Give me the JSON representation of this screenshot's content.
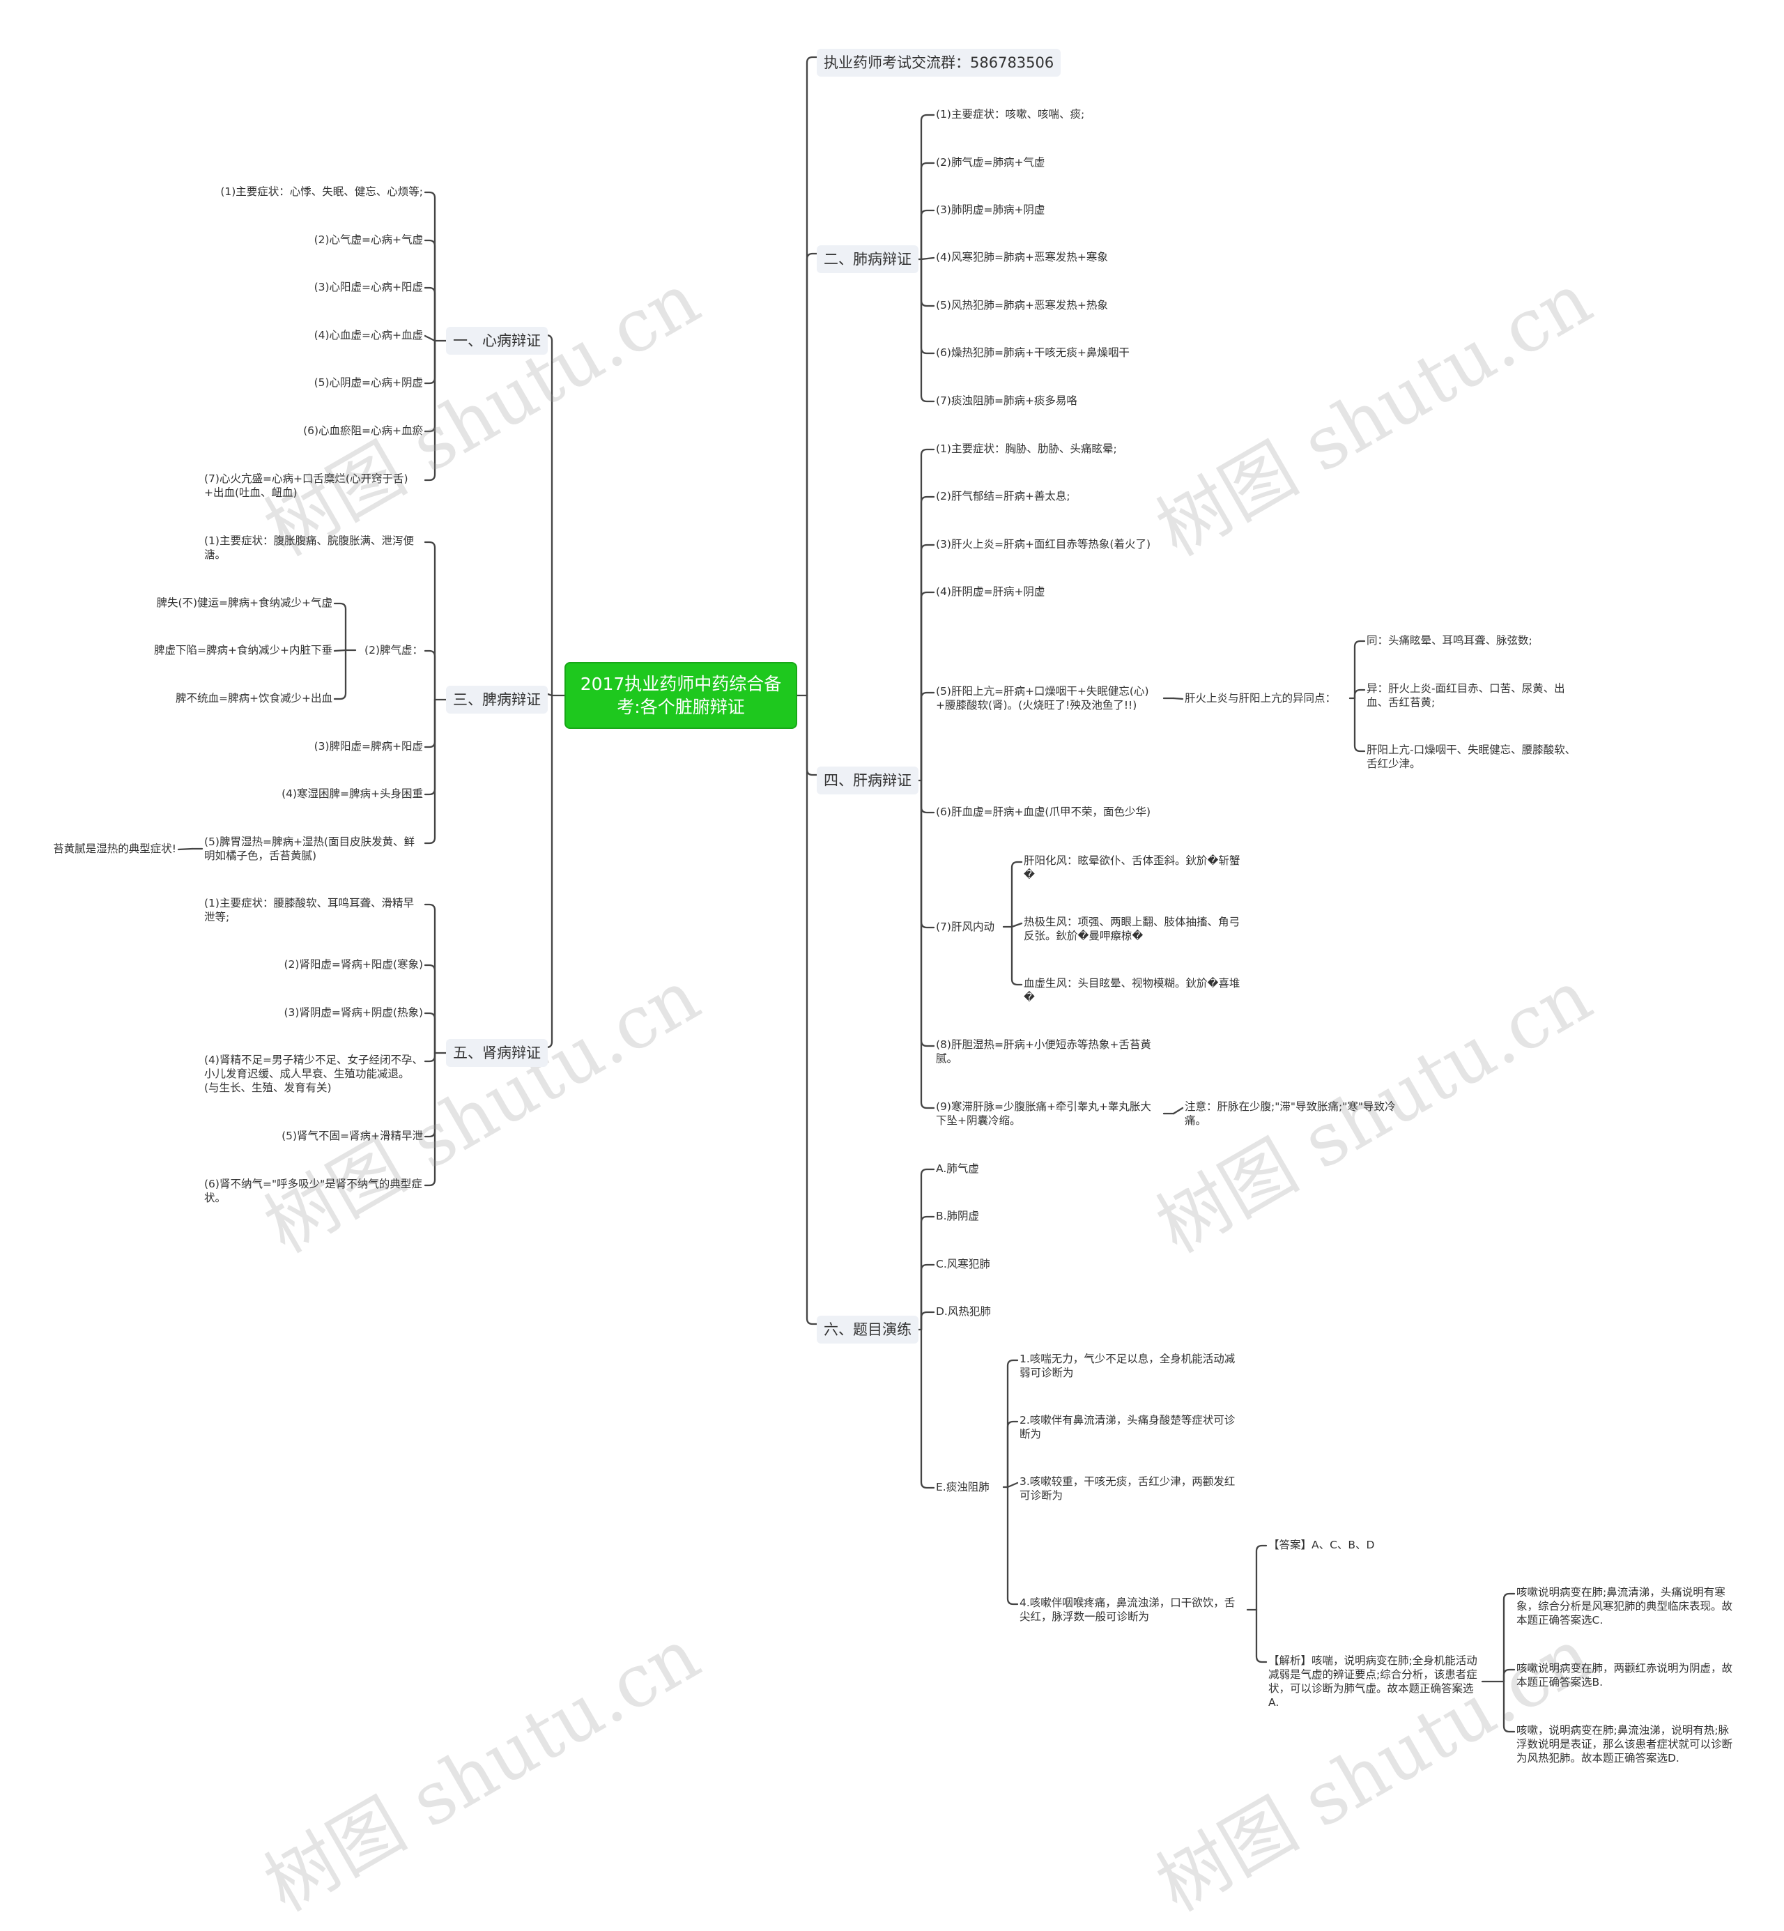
{
  "watermark_text": "树图 shutu.cn",
  "root": {
    "label": "2017执业药师中药综合备考:各个脏腑辩证"
  },
  "group": {
    "label": "执业药师考试交流群：586783506"
  },
  "heart": {
    "label": "一、心病辩证",
    "items": [
      "(1)主要症状：心悸、失眠、健忘、心烦等;",
      "(2)心气虚=心病+气虚",
      "(3)心阳虚=心病+阳虚",
      "(4)心血虚=心病+血虚",
      "(5)心阴虚=心病+阴虚",
      "(6)心血瘀阻=心病+血瘀",
      "(7)心火亢盛=心病+口舌糜烂(心开窍于舌)+出血(吐血、衄血)"
    ]
  },
  "lung": {
    "label": "二、肺病辩证",
    "items": [
      "(1)主要症状：咳嗽、咳喘、痰;",
      "(2)肺气虚=肺病+气虚",
      "(3)肺阴虚=肺病+阴虚",
      "(4)风寒犯肺=肺病+恶寒发热+寒象",
      "(5)风热犯肺=肺病+恶寒发热+热象",
      "(6)燥热犯肺=肺病+干咳无痰+鼻燥咽干",
      "(7)痰浊阻肺=肺病+痰多易咯"
    ]
  },
  "spleen": {
    "label": "三、脾病辩证",
    "item1": "(1)主要症状：腹胀腹痛、脘腹胀满、泄泻便溏。",
    "item2": "(2)脾气虚：",
    "item2_children": [
      "脾失(不)健运=脾病+食纳减少+气虚",
      "脾虚下陷=脾病+食纳减少+内脏下垂",
      "脾不统血=脾病+饮食减少+出血"
    ],
    "item3": "(3)脾阳虚=脾病+阳虚",
    "item4": "(4)寒湿困脾=脾病+头身困重",
    "item5": "(5)脾胃湿热=脾病+湿热(面目皮肤发黄、鲜明如橘子色，舌苔黄腻)",
    "item5_note": "苔黄腻是湿热的典型症状!"
  },
  "liver": {
    "label": "四、肝病辩证",
    "item1": "(1)主要症状：胸胁、肋胁、头痛眩晕;",
    "item2": "(2)肝气郁结=肝病+善太息;",
    "item3": "(3)肝火上炎=肝病+面红目赤等热象(着火了)",
    "item4": "(4)肝阴虚=肝病+阴虚",
    "item5": "(5)肝阳上亢=肝病+口燥咽干+失眠健忘(心)+腰膝酸软(肾)。(火烧旺了!殃及池鱼了!!)",
    "item5_compare": "肝火上炎与肝阳上亢的异同点：",
    "item5_compare_children": [
      "同：头痛眩晕、耳鸣耳聋、脉弦数;",
      "异：肝火上炎-面红目赤、口苦、尿黄、出血、舌红苔黄;",
      "肝阳上亢-口燥咽干、失眠健忘、腰膝酸软、舌红少津。"
    ],
    "item6": "(6)肝血虚=肝病+血虚(爪甲不荣，面色少华)",
    "item7": "(7)肝风内动",
    "item7_children": [
      "肝阳化风：眩晕欲仆、舌体歪斜。鈥斺�斩蟹�",
      "热极生风：项强、两眼上翻、肢体抽搐、角弓反张。鈥斺�曼呷瘵椋�",
      "血虚生风：头目眩晕、视物模糊。鈥斺�喜堆�"
    ],
    "item8": "(8)肝胆湿热=肝病+小便短赤等热象+舌苔黄腻。",
    "item9": "(9)寒滞肝脉=少腹胀痛+牵引睾丸+睾丸胀大下坠+阴囊冷缩。",
    "item9_note": "注意：肝脉在少腹;\"滞\"导致胀痛;\"寒\"导致冷痛。"
  },
  "kidney": {
    "label": "五、肾病辩证",
    "items": [
      "(1)主要症状：腰膝酸软、耳鸣耳聋、滑精早泄等;",
      "(2)肾阳虚=肾病+阳虚(寒象)",
      "(3)肾阴虚=肾病+阴虚(热象)",
      "(4)肾精不足=男子精少不足、女子经闭不孕、小儿发育迟缓、成人早衰、生殖功能减退。(与生长、生殖、发育有关)",
      "(5)肾气不固=肾病+滑精早泄",
      "(6)肾不纳气=\"呼多吸少\"是肾不纳气的典型症状。"
    ]
  },
  "quiz": {
    "label": "六、题目演练",
    "options": [
      "A.肺气虚",
      "B.肺阴虚",
      "C.风寒犯肺",
      "D.风热犯肺"
    ],
    "option_e": "E.痰浊阻肺",
    "questions": [
      "1.咳喘无力，气少不足以息，全身机能活动减弱可诊断为",
      "2.咳嗽伴有鼻流清涕，头痛身酸楚等症状可诊断为",
      "3.咳嗽较重，干咳无痰，舌红少津，两颧发红可诊断为",
      "4.咳嗽伴咽喉疼痛，鼻流浊涕，口干欲饮，舌尖红，脉浮数一般可诊断为"
    ],
    "answer": "【答案】A、C、B、D",
    "analysis": "【解析】咳喘，说明病变在肺;全身机能活动减弱是气虚的辨证要点;综合分析，该患者症状，可以诊断为肺气虚。故本题正确答案选A.",
    "analysis_children": [
      "咳嗽说明病变在肺;鼻流清涕，头痛说明有寒象，综合分析是风寒犯肺的典型临床表现。故本题正确答案选C.",
      "咳嗽说明病变在肺，两颧红赤说明为阴虚，故本题正确答案选B.",
      "咳嗽，说明病变在肺;鼻流浊涕，说明有热;脉浮数说明是表证，那么该患者症状就可以诊断为风热犯肺。故本题正确答案选D."
    ]
  }
}
